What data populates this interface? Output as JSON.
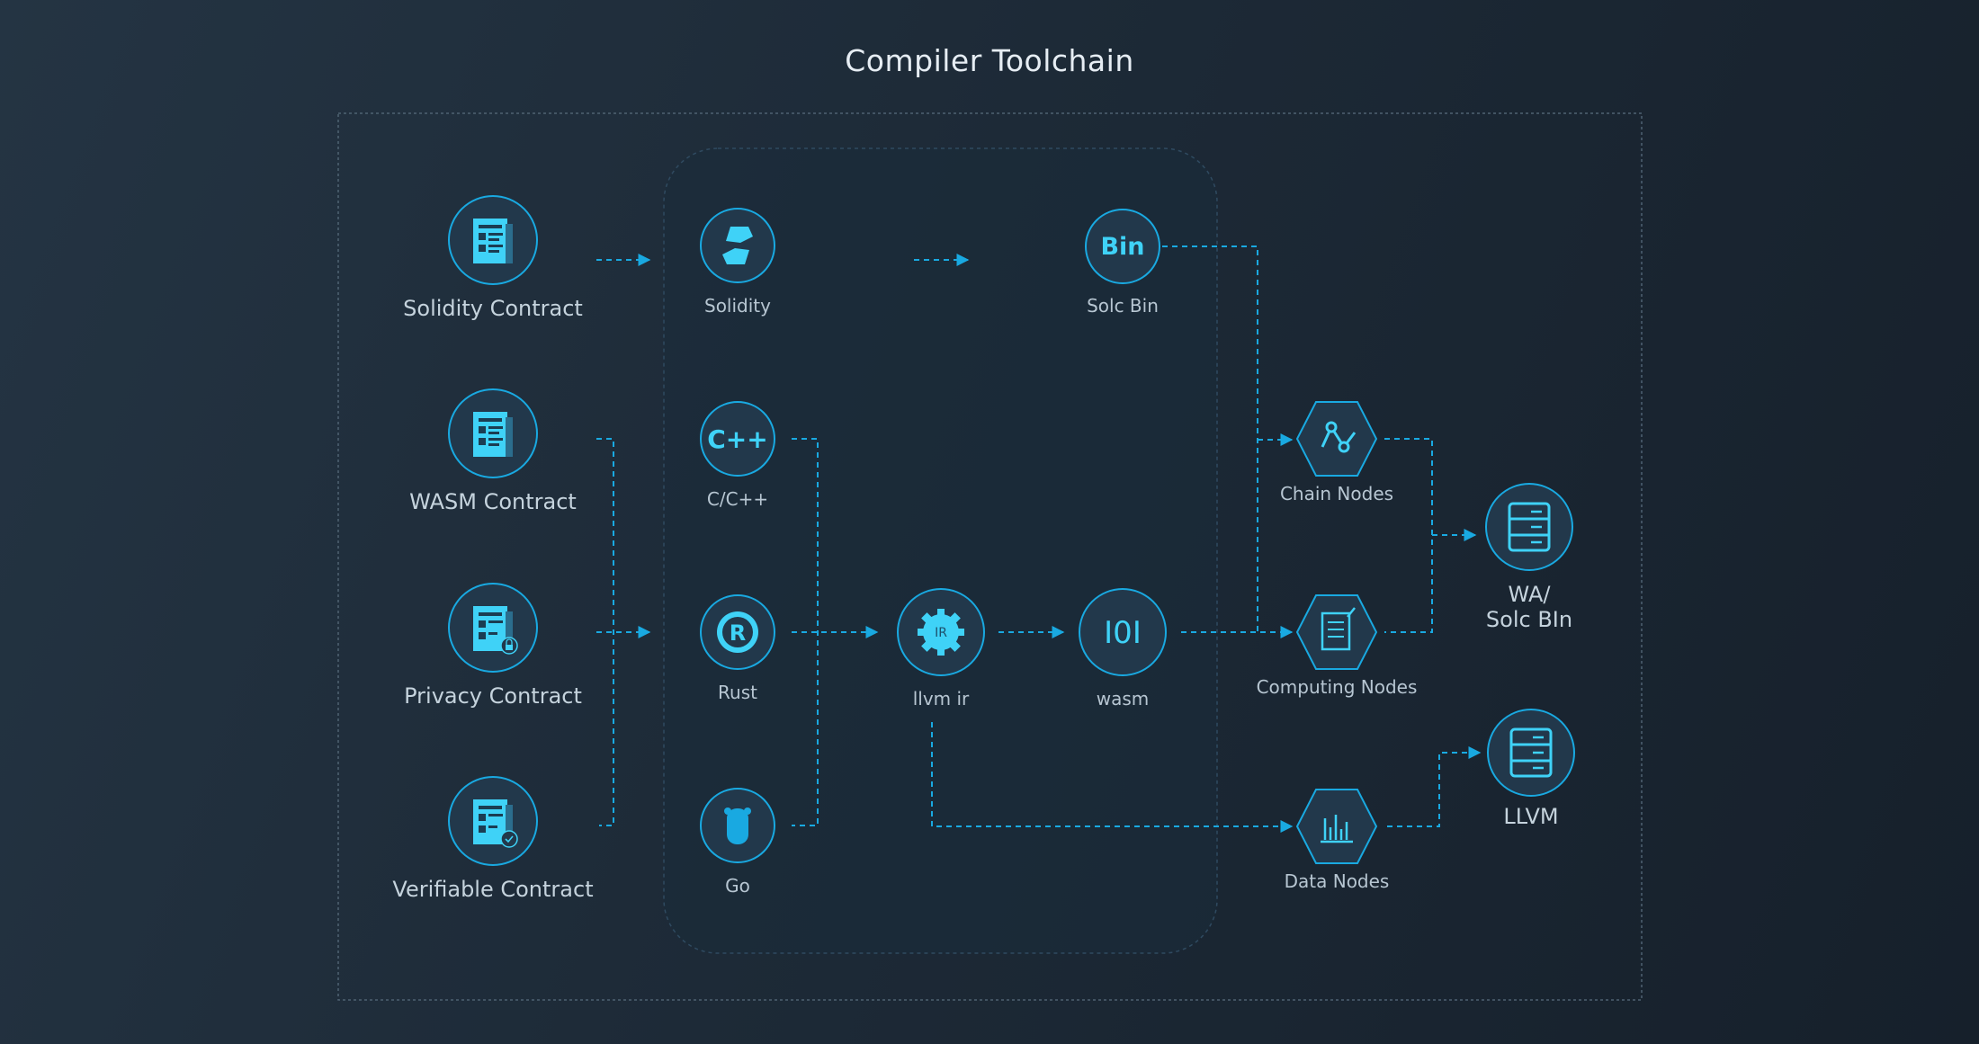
{
  "title": "Compiler Toolchain",
  "colors": {
    "accent": "#19a9e1",
    "icon_fill": "#3fd2f7",
    "circle_fill": "#22384b",
    "box_border": "#4f6272",
    "inner_panel": "#1a2c3b",
    "text": "#b7c6d2"
  },
  "contracts": [
    {
      "label": "Solidity Contract",
      "icon": "document-icon"
    },
    {
      "label": "WASM Contract",
      "icon": "document-icon"
    },
    {
      "label": "Privacy Contract",
      "icon": "document-lock-icon"
    },
    {
      "label": "Verifiable Contract",
      "icon": "document-check-icon"
    }
  ],
  "languages": [
    {
      "label": "Solidity",
      "icon": "solidity-icon"
    },
    {
      "label": "C/C++",
      "icon": "cpp-icon",
      "glyph": "C++"
    },
    {
      "label": "Rust",
      "icon": "rust-icon",
      "glyph": "R"
    },
    {
      "label": "Go",
      "icon": "go-icon"
    }
  ],
  "intermediate": {
    "llvm_ir": {
      "label": "llvm ir",
      "icon": "gear-ir-icon",
      "glyph": "IR"
    },
    "solc_bin": {
      "label": "Solc Bin",
      "icon": "bin-icon",
      "glyph": "Bin"
    },
    "wasm": {
      "label": "wasm",
      "icon": "binary-icon",
      "glyph": "I0I"
    }
  },
  "nodes": [
    {
      "label": "Chain Nodes",
      "icon": "chain-icon"
    },
    {
      "label": "Computing Nodes",
      "icon": "notepad-icon"
    },
    {
      "label": "Data Nodes",
      "icon": "bar-chart-icon"
    }
  ],
  "outputs": [
    {
      "label": "WA/\nSolc BIn",
      "icon": "server-icon"
    },
    {
      "label": "LLVM",
      "icon": "server-icon"
    }
  ]
}
